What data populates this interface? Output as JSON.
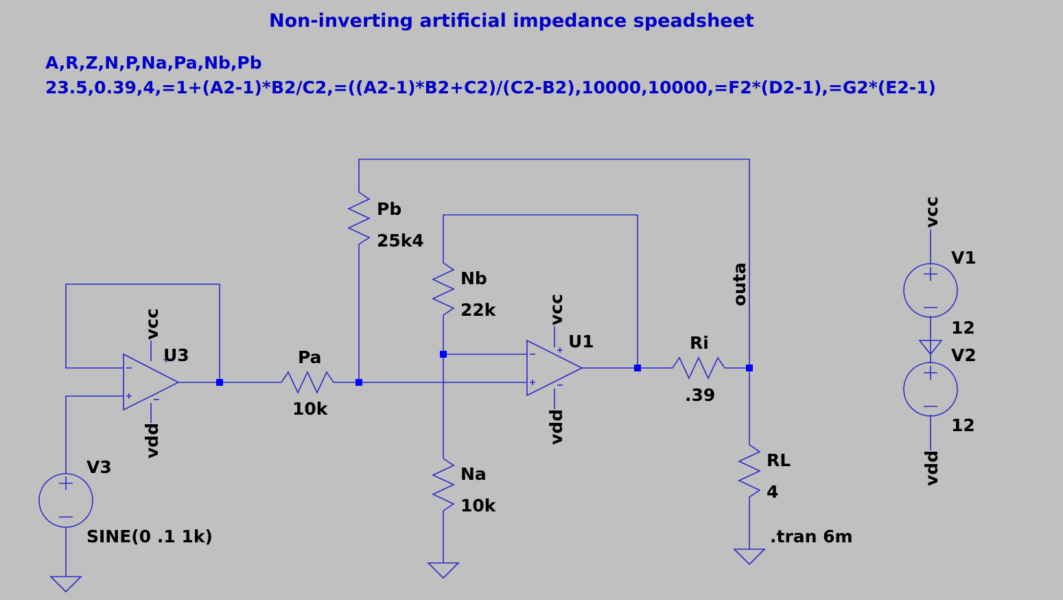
{
  "schematic": {
    "title": "Non-inverting artificial impedance speadsheet",
    "csv_header": "A,R,Z,N,P,Na,Pa,Nb,Pb",
    "csv_values": "23.5,0.39,4,=1+(A2-1)*B2/C2,=((A2-1)*B2+C2)/(C2-B2),10000,10000,=F2*(D2-1),=G2*(E2-1)",
    "colors": {
      "background": "#c0c0c0",
      "wire": "#2b2bc8",
      "comment": "#0000c8",
      "label": "#000000",
      "junction": "#0000ff"
    },
    "components": {
      "u3": {
        "name": "U3",
        "supply_pos": "vcc",
        "supply_neg": "vdd"
      },
      "u1": {
        "name": "U1",
        "supply_pos": "vcc",
        "supply_neg": "vdd"
      },
      "pa": {
        "name": "Pa",
        "value": "10k"
      },
      "pb": {
        "name": "Pb",
        "value": "25k4"
      },
      "nb": {
        "name": "Nb",
        "value": "22k"
      },
      "na": {
        "name": "Na",
        "value": "10k"
      },
      "ri": {
        "name": "Ri",
        "value": ".39"
      },
      "rl": {
        "name": "RL",
        "value": "4"
      },
      "v3": {
        "name": "V3",
        "value": "SINE(0 .1 1k)"
      },
      "v1": {
        "name": "V1",
        "value": "12"
      },
      "v2": {
        "name": "V2",
        "value": "12"
      }
    },
    "net_labels": {
      "outa": "outa",
      "vcc": "vcc",
      "vdd": "vdd"
    },
    "directive": ".tran 6m"
  }
}
